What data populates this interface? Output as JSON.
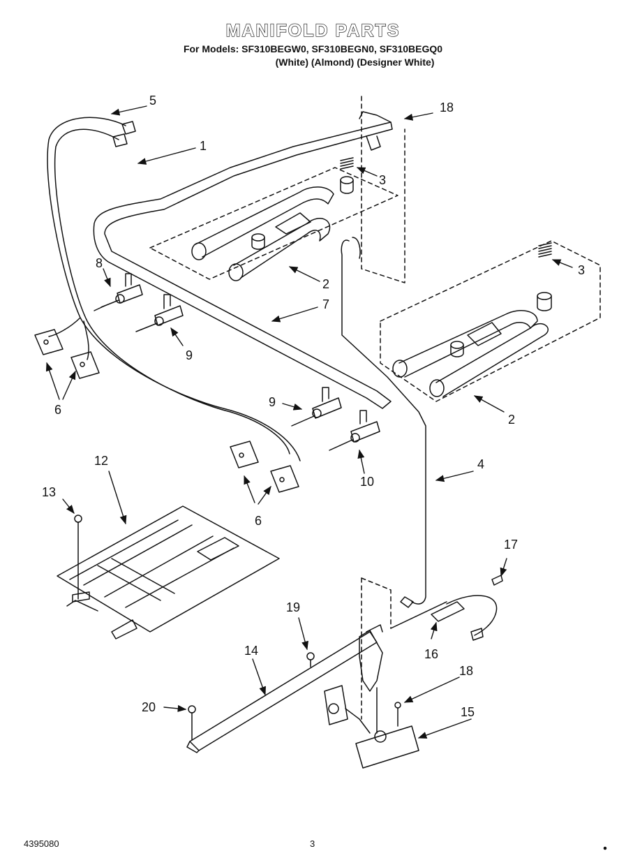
{
  "header": {
    "title": "MANIFOLD PARTS",
    "models_line": "For Models: SF310BEGW0, SF310BEGN0, SF310BEGQ0",
    "variants_line": "(White)     (Almond) (Designer White)"
  },
  "callouts": {
    "c1": "1",
    "c2": "2",
    "c3": "3",
    "c4": "4",
    "c5": "5",
    "c6": "6",
    "c7": "7",
    "c8": "8",
    "c9": "9",
    "c10": "10",
    "c12": "12",
    "c13": "13",
    "c14": "14",
    "c15": "15",
    "c16": "16",
    "c17": "17",
    "c18": "18",
    "c19": "19",
    "c20": "20"
  },
  "footer": {
    "doc_number": "4395080",
    "page_number": "3"
  }
}
